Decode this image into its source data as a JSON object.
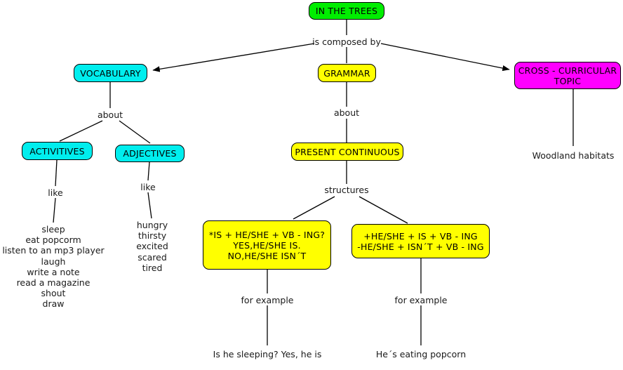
{
  "diagram": {
    "title": "IN THE TREES concept map",
    "colors": {
      "root": "#00ee00",
      "vocabulary": "#00eeee",
      "grammar": "#ffff00",
      "cross_curricular": "#ff00ff",
      "line": "#000000",
      "text": "#1a1a1a",
      "background": "#ffffff"
    },
    "nodes": {
      "root": "IN THE TREES",
      "vocabulary": "VOCABULARY",
      "grammar": "GRAMMAR",
      "cross_curricular": "CROSS - CURRICULAR\nTOPIC",
      "activitives": "ACTIVITIVES",
      "adjectives": "ADJECTIVES",
      "present_continuous": "PRESENT CONTINUOUS",
      "structure_question": "*IS + HE/SHE + VB - ING?\nYES,HE/SHE IS.\nNO,HE/SHE ISN´T",
      "structure_affirm_negative": "+HE/SHE + IS + VB - ING\n-HE/SHE + ISN´T + VB - ING"
    },
    "link_labels": {
      "is_composed_by": "is composed by",
      "about_vocabulary": "about",
      "about_grammar": "about",
      "like_activities": "like",
      "like_adjectives": "like",
      "structures": "structures",
      "for_example_left": "for example",
      "for_example_right": "for example"
    },
    "leaves": {
      "activities_list": "sleep\neat popcorm\nlisten to an mp3 player\nlaugh\nwrite a note\nread a magazine\nshout\ndraw",
      "adjectives_list": "hungry\nthirsty\nexcited\nscared\ntired",
      "woodland_habitats": "Woodland habitats",
      "example_question": "Is he sleeping? Yes, he is",
      "example_statement": "He´s eating popcorn"
    }
  }
}
